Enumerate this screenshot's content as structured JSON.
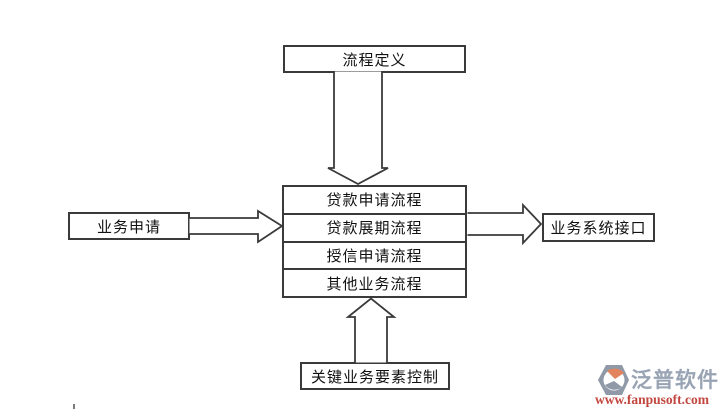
{
  "diagram": {
    "top_box": "流程定义",
    "process_stack": [
      "贷款申请流程",
      "贷款展期流程",
      "授信申请流程",
      "其他业务流程"
    ],
    "left_box": "业务申请",
    "right_box": "业务系统接口",
    "bottom_box": "关键业务要素控制"
  },
  "logo": {
    "brand": "泛普软件",
    "url": "www.fanpusoft.com",
    "brand_color": "#98a3b4",
    "url_color": "#c3473f",
    "icon_gray": "#8f99a8",
    "icon_orange": "#e2855e"
  },
  "colors": {
    "line": "#3a3a3a",
    "background": "#ffffff"
  }
}
